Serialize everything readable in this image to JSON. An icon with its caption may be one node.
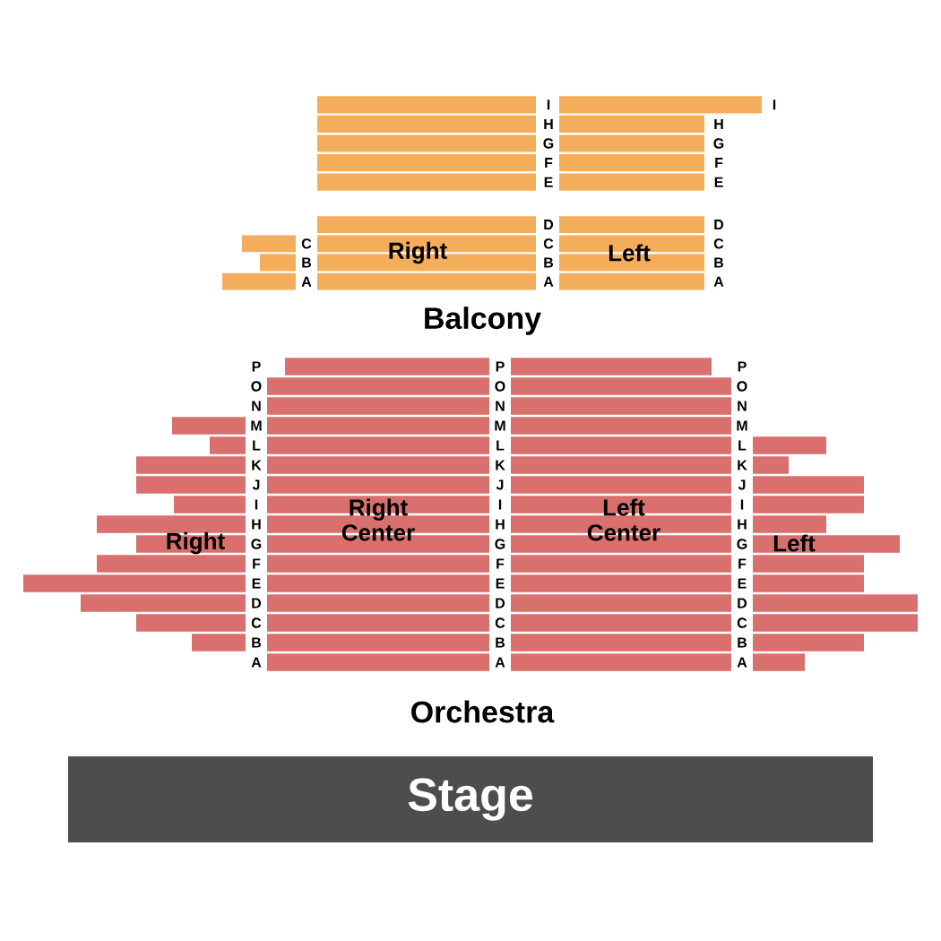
{
  "diagram": {
    "nodes": [
      {
        "text": [],
        "shape": "box"
      },
      {
        "text": [],
        "shape": "box"
      },
      {
        "text": [
          "Right"
        ]
      },
      {
        "text": [
          "Left"
        ]
      },
      {
        "text": [
          "Right"
        ]
      },
      {
        "text": [
          "Right Center"
        ]
      },
      {
        "text": [
          "Left Center"
        ]
      },
      {
        "text": [
          "Left"
        ]
      },
      {
        "text": [
          "Stage"
        ]
      }
    ],
    "edges": [],
    "labels": [
      "I",
      "I",
      "H",
      "H",
      "G",
      "G",
      "F",
      "F",
      "E",
      "E",
      "D",
      "D",
      "C",
      "C",
      "C",
      "B",
      "B",
      "B",
      "A",
      "A",
      "A",
      "Balcony",
      "P",
      "P",
      "P",
      "O",
      "O",
      "O",
      "N",
      "N",
      "N",
      "M",
      "M",
      "M",
      "L",
      "L",
      "L",
      "K",
      "K",
      "K",
      "J",
      "J",
      "J",
      "I",
      "I",
      "I",
      "H",
      "H",
      "H",
      "G",
      "G",
      "G",
      "F",
      "F",
      "F",
      "E",
      "E",
      "E",
      "D",
      "D",
      "D",
      "C",
      "C",
      "C",
      "B",
      "B",
      "B",
      "A",
      "A",
      "A",
      "Orchestra"
    ]
  }
}
